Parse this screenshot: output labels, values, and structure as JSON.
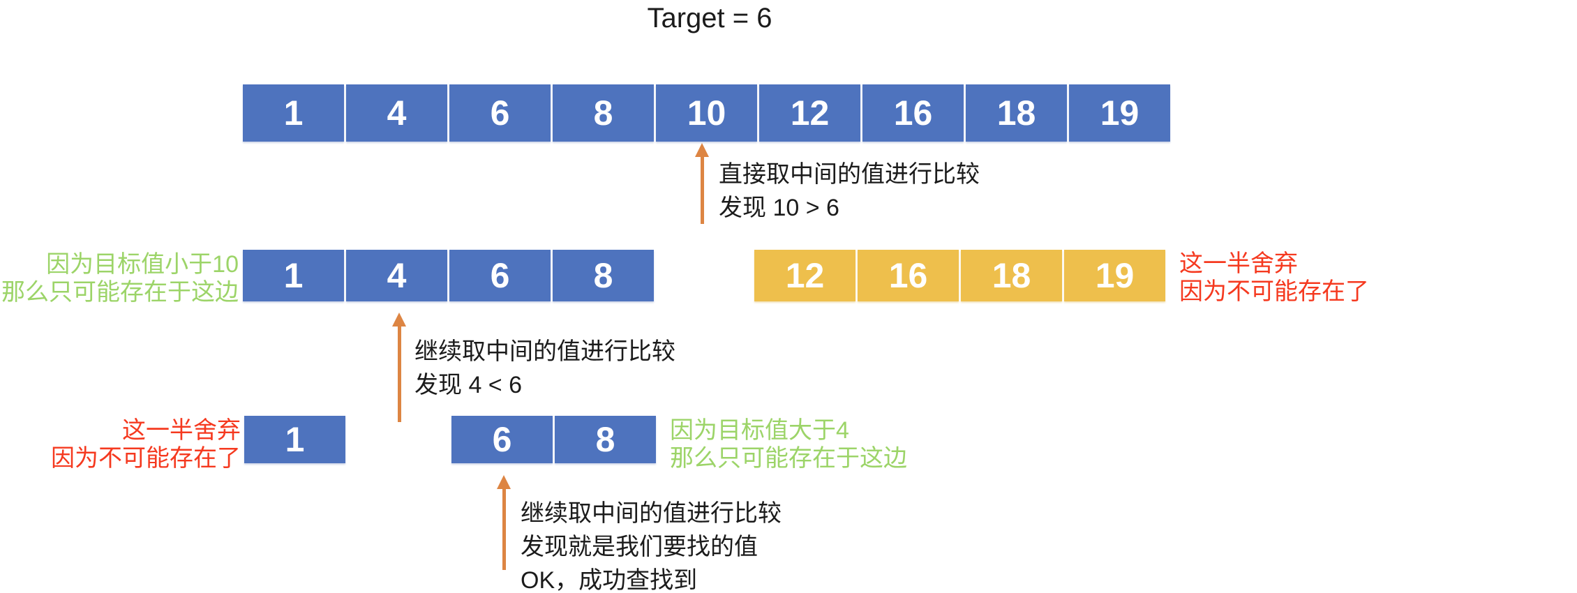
{
  "title": "Target = 6",
  "colors": {
    "cell_blue": "#4e73be",
    "cell_yellow": "#eebf4c",
    "arrow_orange": "#dd8543",
    "keep_green": "#9cd468",
    "discard_red": "#f5391f",
    "text_black": "#1b1b1b"
  },
  "step1": {
    "array": [
      "1",
      "4",
      "6",
      "8",
      "10",
      "12",
      "16",
      "18",
      "19"
    ],
    "note_line1": "直接取中间的值进行比较",
    "note_line2": "发现 10 > 6"
  },
  "step2": {
    "kept": [
      "1",
      "4",
      "6",
      "8"
    ],
    "discarded": [
      "12",
      "16",
      "18",
      "19"
    ],
    "keep_note_line1": "因为目标值小于10",
    "keep_note_line2": "那么只可能存在于这边",
    "discard_note_line1": "这一半舍弃",
    "discard_note_line2": "因为不可能存在了",
    "note_line1": "继续取中间的值进行比较",
    "note_line2": "发现 4 < 6"
  },
  "step3": {
    "discarded": [
      "1"
    ],
    "kept": [
      "6",
      "8"
    ],
    "discard_note_line1": "这一半舍弃",
    "discard_note_line2": "因为不可能存在了",
    "keep_note_line1": "因为目标值大于4",
    "keep_note_line2": "那么只可能存在于这边",
    "note_line1": "继续取中间的值进行比较",
    "note_line2": "发现就是我们要找的值",
    "note_line3": "OK，成功查找到"
  }
}
